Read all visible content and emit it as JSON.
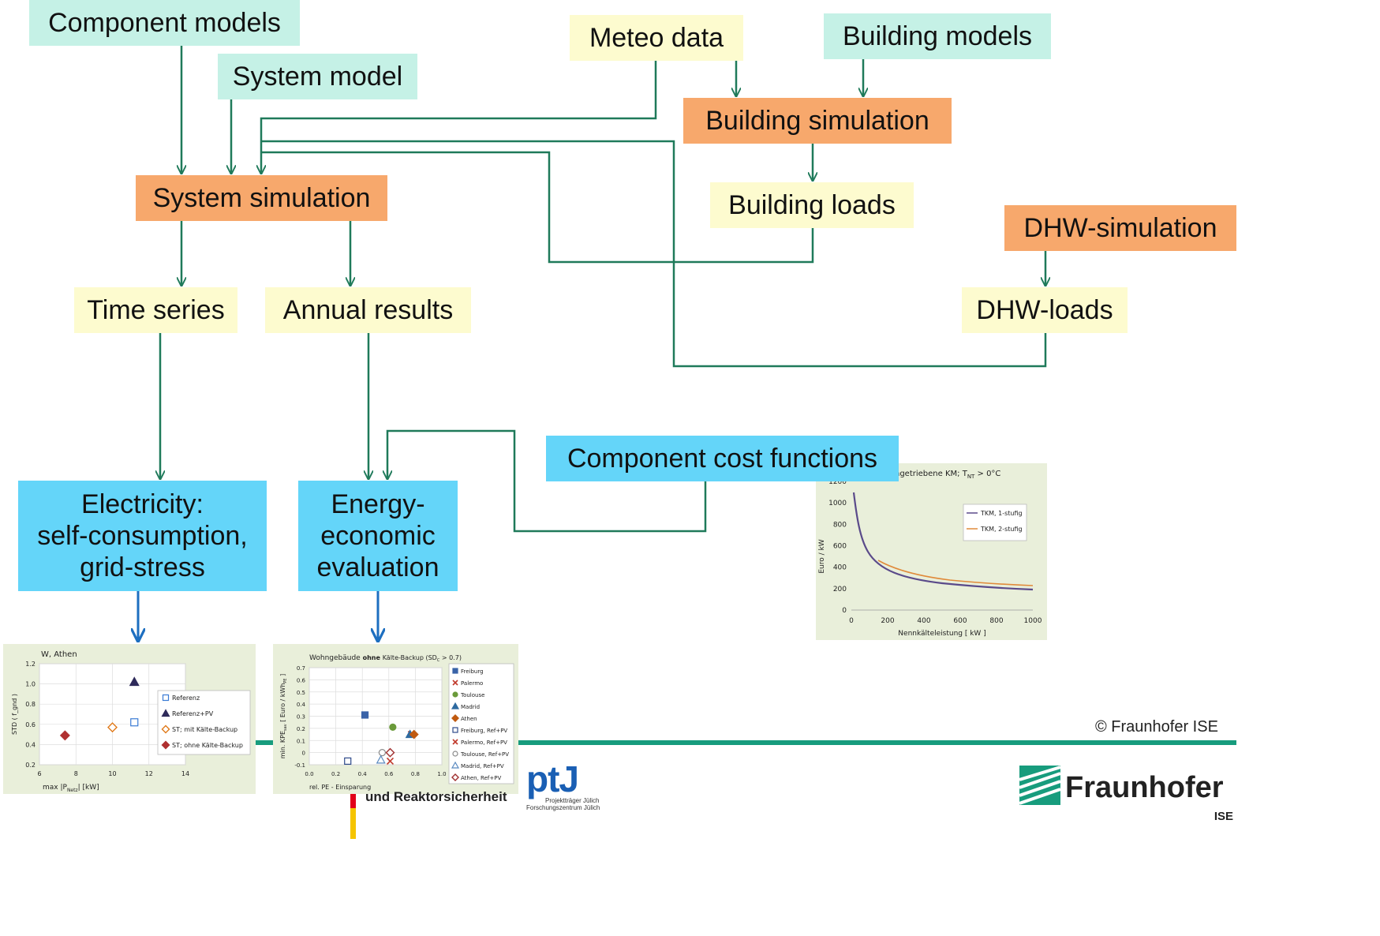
{
  "boxes": {
    "component_models": "Component models",
    "system_model": "System model",
    "meteo_data": "Meteo data",
    "building_models": "Building models",
    "building_simulation": "Building simulation",
    "system_simulation": "System simulation",
    "building_loads": "Building loads",
    "dhw_simulation": "DHW-simulation",
    "time_series": "Time series",
    "annual_results": "Annual results",
    "dhw_loads": "DHW-loads",
    "component_cost_functions": "Component cost functions",
    "electricity_line1": "Electricity:",
    "electricity_line2": "self-consumption,",
    "electricity_line3": "grid-stress",
    "energy_line1": "Energy-",
    "energy_line2": "economic",
    "energy_line3": "evaluation"
  },
  "colors": {
    "arrow_green": "#1f7a5a",
    "arrow_blue": "#1d6fc0",
    "mint": "#c5f1e6",
    "yellow": "#fdfbcf",
    "orange": "#f7a86c",
    "cyan": "#64d5f9",
    "fraunhofer_green": "#179c7d"
  },
  "cost_chart": {
    "title": "ngetriebene KM; T",
    "title_sub": "NT",
    "title_tail": " > 0°C",
    "ylabel": "Euro / kW",
    "xlabel": "Nennkälteleistung  [ kW ]",
    "legend": [
      "TKM, 1-stufig",
      "TKM, 2-stufig"
    ],
    "series_colors": [
      "#5a4a8a",
      "#e08a3a"
    ],
    "yticks": [
      "0",
      "200",
      "400",
      "600",
      "800",
      "1000",
      "1200"
    ],
    "xticks": [
      "0",
      "200",
      "400",
      "600",
      "800",
      "1000"
    ]
  },
  "chart_data": [
    {
      "type": "scatter",
      "title": "W, Athen",
      "xlabel": "max |P",
      "xlabel_sub": "Netz",
      "xlabel_tail": "|  [kW]",
      "ylabel": "STD ( f_gnd )",
      "xlim": [
        6,
        14
      ],
      "ylim": [
        0.2,
        1.2
      ],
      "xticks": [
        "6",
        "8",
        "10",
        "12",
        "14"
      ],
      "yticks": [
        "0.2",
        "0.4",
        "0.6",
        "0.8",
        "1.0",
        "1.2"
      ],
      "series": [
        {
          "name": "Referenz",
          "marker": "square-open",
          "color": "#3a7bd5",
          "points": [
            [
              11.2,
              0.62
            ]
          ]
        },
        {
          "name": "Referenz+PV",
          "marker": "triangle",
          "color": "#2e2a5a",
          "points": [
            [
              11.2,
              1.02
            ]
          ]
        },
        {
          "name": "ST; mit Kälte-Backup",
          "marker": "diamond-open",
          "color": "#e07a1a",
          "points": [
            [
              10.0,
              0.57
            ]
          ]
        },
        {
          "name": "ST; ohne Kälte-Backup",
          "marker": "diamond",
          "color": "#b03030",
          "points": [
            [
              7.4,
              0.49
            ]
          ]
        }
      ]
    },
    {
      "type": "scatter",
      "title_prefix": "Wohngebäude",
      "title_bold": "ohne",
      "title_tail": "Kälte-Backup (SD",
      "title_sub": "C",
      "title_end": " > 0.7)",
      "xlabel": "rel.  PE - Einsparung",
      "ylabel": "min. KPE",
      "ylabel_sub": "sav",
      "ylabel_tail": "  [ Euro / kWh",
      "ylabel_sub2": "PE",
      "ylabel_end": " ]",
      "xlim": [
        0.0,
        1.0
      ],
      "ylim": [
        -0.1,
        0.7
      ],
      "xticks": [
        "0.0",
        "0.2",
        "0.4",
        "0.6",
        "0.8",
        "1.0"
      ],
      "yticks": [
        "-0.1",
        "0",
        "0.1",
        "0.2",
        "0.3",
        "0.4",
        "0.5",
        "0.6",
        "0.7"
      ],
      "series": [
        {
          "name": "Freiburg",
          "marker": "square",
          "color": "#3a63a8",
          "points": [
            [
              0.42,
              0.31
            ]
          ]
        },
        {
          "name": "Palermo",
          "marker": "x",
          "color": "#c0392b",
          "points": [
            [
              0.77,
              0.15
            ]
          ]
        },
        {
          "name": "Toulouse",
          "marker": "circle",
          "color": "#6a9a3a",
          "points": [
            [
              0.63,
              0.21
            ]
          ]
        },
        {
          "name": "Madrid",
          "marker": "triangle",
          "color": "#2e6aa0",
          "points": [
            [
              0.76,
              0.15
            ]
          ]
        },
        {
          "name": "Athen",
          "marker": "diamond",
          "color": "#c05a10",
          "points": [
            [
              0.79,
              0.15
            ]
          ]
        },
        {
          "name": "Freiburg, Ref+PV",
          "marker": "square-open",
          "color": "#2e4a8a",
          "points": [
            [
              0.29,
              -0.07
            ]
          ]
        },
        {
          "name": "Palermo, Ref+PV",
          "marker": "x",
          "color": "#c0392b",
          "points": [
            [
              0.61,
              -0.07
            ]
          ]
        },
        {
          "name": "Toulouse, Ref+PV",
          "marker": "circle-open",
          "color": "#8a8a8a",
          "points": [
            [
              0.55,
              0.0
            ]
          ]
        },
        {
          "name": "Madrid, Ref+PV",
          "marker": "triangle-open",
          "color": "#5a8ac0",
          "points": [
            [
              0.54,
              -0.06
            ]
          ]
        },
        {
          "name": "Athen, Ref+PV",
          "marker": "diamond-open",
          "color": "#a03030",
          "points": [
            [
              0.61,
              0.0
            ]
          ]
        }
      ]
    }
  ],
  "footer": {
    "copyright": "© Fraunhofer ISE",
    "ministry_text": "und Reaktorsicherheit",
    "ptj_logo": "ptJ",
    "ptj_line1": "Projektträger Jülich",
    "ptj_line2": "Forschungszentrum Jülich",
    "fraunhofer": "Fraunhofer",
    "ise": "ISE"
  }
}
